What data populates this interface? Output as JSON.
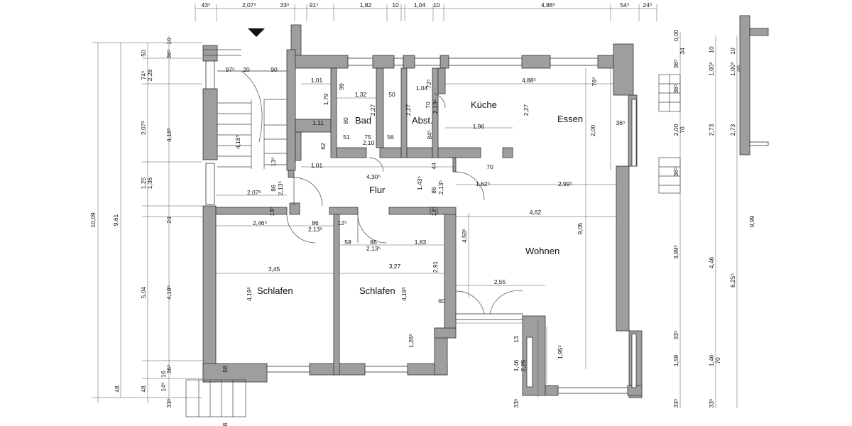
{
  "rooms": {
    "bad": "Bad",
    "abst": "Abst.",
    "kueche": "Küche",
    "essen": "Essen",
    "flur": "Flur",
    "wohnen": "Wohnen",
    "schlafen1": "Schlafen",
    "schlafen2": "Schlafen"
  },
  "top_dims": [
    "43⁵",
    "2,07⁵",
    "33⁵",
    "91⁵",
    "1,82",
    "10",
    "1,04",
    "10",
    "4,88⁵",
    "54⁵",
    "24⁵"
  ],
  "left_col1": [
    "10,09"
  ],
  "left_col2": [
    "9,61"
  ],
  "left_col3": [
    "50",
    "74⁵",
    "2,28",
    "2,07⁵",
    "1,25",
    "1,36",
    "24",
    "5,04",
    "48"
  ],
  "left_col4": [
    "10",
    "36⁵",
    "4,18⁵",
    "4,19⁵",
    "36⁵",
    "16",
    "14⁵",
    "33⁵"
  ],
  "right_col1": [
    "0,00",
    "36⁵",
    "36⁵",
    "2,00",
    "70",
    "36⁵",
    "3,99⁵",
    "33⁵",
    "1,59",
    "33⁵"
  ],
  "right_col2": [
    "34",
    "10",
    "1,00⁵",
    "2,73",
    "4,46",
    "1,46",
    "70",
    "33⁵"
  ],
  "right_col3": [
    "10",
    "1,00⁵",
    "40",
    "2,73",
    "6,25⁵",
    "9,99"
  ],
  "interior_dims": {
    "d_97": "97⁵",
    "d_20": "20",
    "d_90": "90",
    "d_101a": "1,01",
    "d_99": "99",
    "d_179": "1,79",
    "d_132": "1,32",
    "d_50": "50",
    "d_104": "1,04",
    "d_72": "72⁵",
    "d_4885": "4,88⁵",
    "d_76": "76⁵",
    "d_227a": "2,27",
    "d_227b": "2,27",
    "d_227c": "2,27",
    "d_70": "70",
    "d_213a": "2,13⁵",
    "d_80": "80",
    "d_111": "1,11",
    "d_418": "4,18⁵",
    "d_51": "51",
    "d_75": "75",
    "d_56": "56",
    "d_84": "84⁵",
    "d_196": "1,96",
    "d_200": "2,00",
    "d_365": "36⁵",
    "d_210": "2,10",
    "d_62": "62",
    "d_101b": "1,01",
    "d_13a": "13⁵",
    "d_4305": "4,30⁵",
    "d_44": "44",
    "d_70b": "70",
    "d_143": "1,43⁵",
    "d_86a": "86",
    "d_213b": "2,13⁵",
    "d_2075": "2,07⁵",
    "d_86b": "86",
    "d_213c": "2,13⁵",
    "d_162": "1,62⁵",
    "d_299": "2,99⁵",
    "d_13b": "13⁵",
    "d_13c": "13⁵",
    "d_462": "4,62",
    "d_905": "9,05",
    "d_2465": "2,46⁵",
    "d_86c": "86",
    "d_213d": "2,13⁵",
    "d_125": "12⁵",
    "d_458": "4,58⁵",
    "d_58a": "58",
    "d_86d": "86",
    "d_213e": "2,13⁵",
    "d_183": "1,83",
    "d_345": "3,45",
    "d_327": "3,27",
    "d_291": "2,91",
    "d_419a": "4,19⁵",
    "d_419b": "4,19⁵",
    "d_255": "2,55",
    "d_60": "60",
    "d_128": "1,28⁵",
    "d_13d": "13",
    "d_146": "1,46",
    "d_225": "2,25",
    "d_195": "1,95⁵",
    "d_58b": "58",
    "d_8": "8"
  }
}
